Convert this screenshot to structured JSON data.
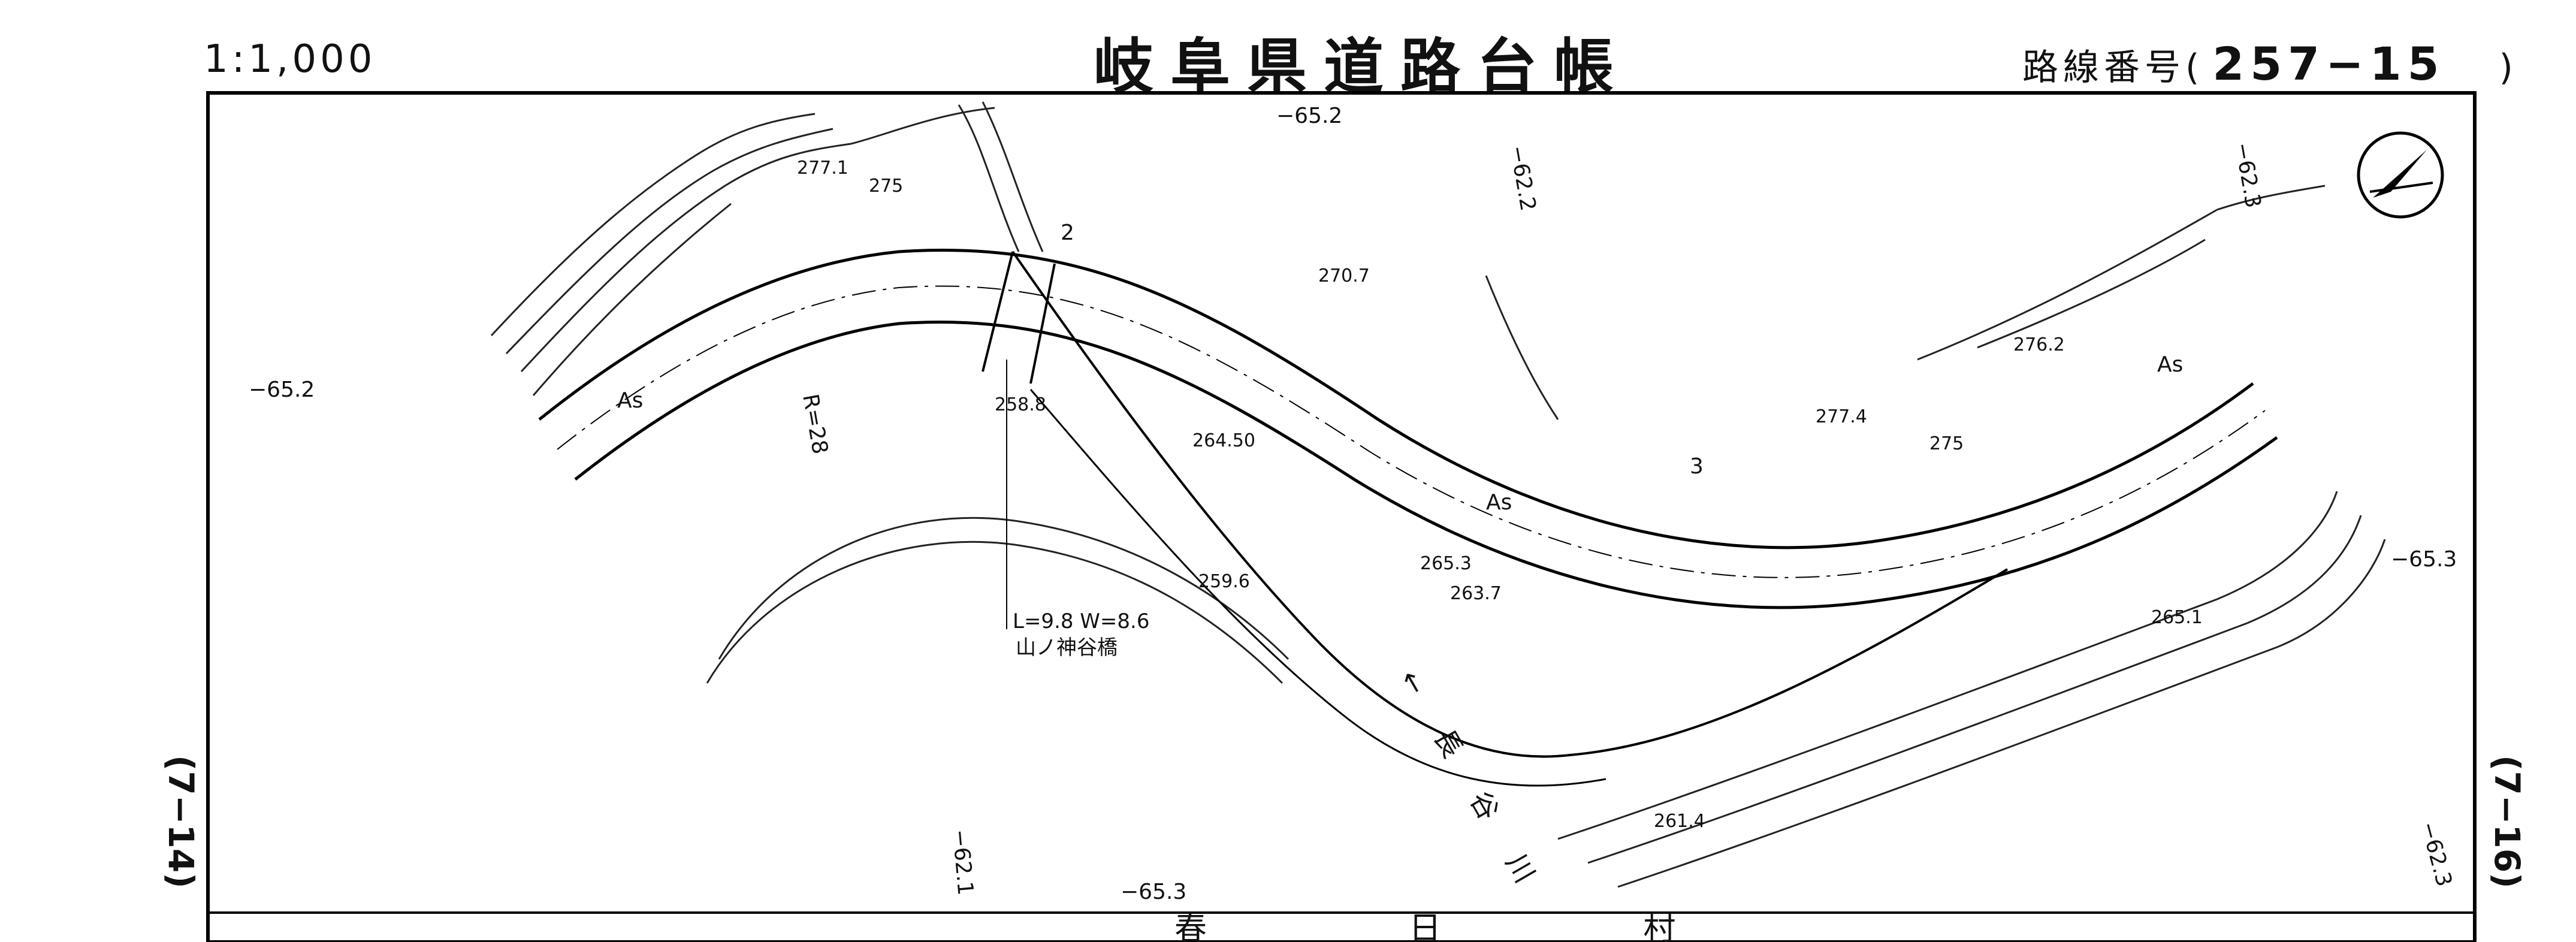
{
  "header": {
    "scale": "1:1,000",
    "title": "岐阜県道路台帳",
    "route_label": "路線番号",
    "route_open": "(",
    "route_number": "257−15",
    "route_close": ")"
  },
  "adjacent_sheets": {
    "left": "(7−14)",
    "right": "(7−16)"
  },
  "bridge": {
    "spec": "L=9.8  W=8.6",
    "name": "山ノ神谷橋"
  },
  "river_label": "← 長 谷 川",
  "municipality": "春 日 村",
  "elevations": [
    "277.1",
    "275",
    "270.7",
    "276.2",
    "277.4",
    "275",
    "258.8",
    "264.50",
    "265.3",
    "263.7",
    "259.6",
    "265.1",
    "261.4"
  ],
  "grid_labels": [
    "−65.2",
    "−62.2",
    "−62.3",
    "−65.2",
    "−65.3",
    "−62.1",
    "−65.3",
    "−62.3"
  ],
  "road_marks": [
    "As",
    "As",
    "As",
    "R=28",
    "2",
    "3"
  ],
  "north_symbol": "north-arrow-icon"
}
